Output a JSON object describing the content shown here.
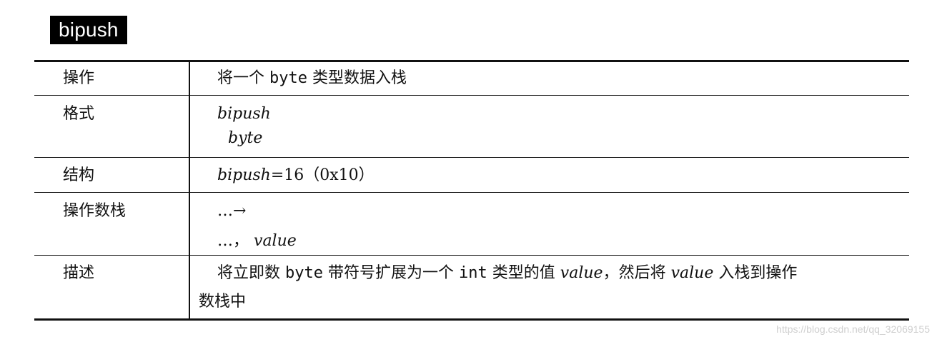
{
  "header": {
    "title": "bipush"
  },
  "rows": [
    {
      "label": "操作",
      "content": {
        "before": "将一个",
        "mono": "byte",
        "after": "类型数据入栈"
      }
    },
    {
      "label": "格式",
      "lines": [
        "bipush",
        "byte"
      ]
    },
    {
      "label": "结构",
      "content": {
        "mnemonic": "bipush",
        "eq": "=16（0x10）"
      }
    },
    {
      "label": "操作数栈",
      "lines": [
        "…→",
        "…，",
        "value"
      ]
    },
    {
      "label": "描述",
      "content": {
        "p1": "将立即数",
        "m1": "byte",
        "p2": "带符号扩展为一个",
        "m2": "int",
        "p3": "类型的值",
        "v1": "value",
        "p4": "，然后将",
        "v2": "value",
        "p5": "入栈到操作",
        "p6": "数栈中"
      }
    }
  ],
  "watermark": {
    "text": "https://blog.csdn.net/qq_32069155"
  }
}
